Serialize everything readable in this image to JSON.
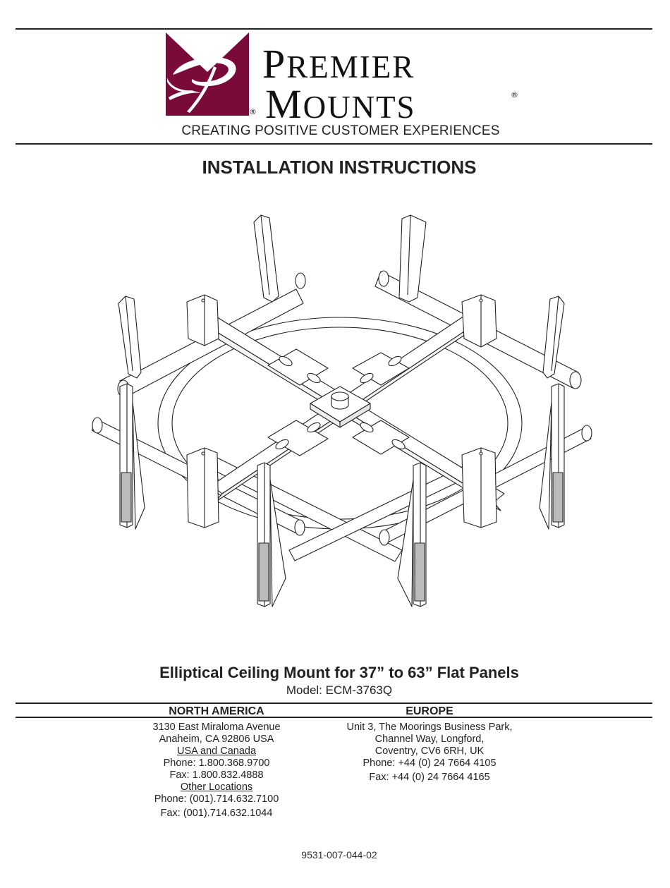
{
  "header": {
    "brand_line1_initial": "P",
    "brand_line1_rest": "REMIER",
    "brand_line2_initial": "M",
    "brand_line2_rest": "OUNTS",
    "registered_mark": "®",
    "tagline": "CREATING POSITIVE CUSTOMER EXPERIENCES",
    "logo_color": "#7a0a3a"
  },
  "document": {
    "title": "INSTALLATION INSTRUCTIONS",
    "product_title": "Elliptical Ceiling Mount for 37” to 63” Flat Panels",
    "model": "Model: ECM-3763Q",
    "document_number": "9531-007-044-02"
  },
  "illustration": {
    "subject": "elliptical-ceiling-mount-exploded-isometric",
    "description": "Line drawing of four-arm cross frame with elliptical ring and eight vertical display brackets"
  },
  "contacts": {
    "north_america": {
      "heading": "NORTH AMERICA",
      "address_line1": "3130 East Miraloma Avenue",
      "address_line2": "Anaheim, CA 92806 USA",
      "usa_canada_label": "USA and Canada",
      "usa_phone": "Phone: 1.800.368.9700",
      "usa_fax": "Fax: 1.800.832.4888",
      "other_label": "Other Locations",
      "other_phone": "Phone: (001).714.632.7100",
      "other_fax": "Fax: (001).714.632.1044"
    },
    "europe": {
      "heading": "EUROPE",
      "address_line1": "Unit 3, The Moorings Business Park,",
      "address_line2": "Channel Way, Longford,",
      "address_line3": "Coventry, CV6 6RH, UK",
      "phone": "Phone: +44 (0) 24 7664 4105",
      "fax": "Fax: +44 (0) 24 7664 4165"
    }
  }
}
